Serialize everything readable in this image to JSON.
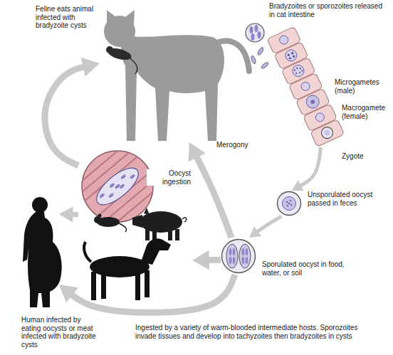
{
  "diagram": {
    "nodes": [
      {
        "text": [
          "Feline eats animal infected with bradyzoite cysts"
        ]
      },
      {
        "text": [
          "Bradyzoites or sporozoites released in cat intestine"
        ]
      },
      {
        "text": [
          "Unsporulated oocyst passed in feces"
        ]
      },
      {
        "text": [
          "Sporulated oocyst in food, water, or soil"
        ]
      },
      {
        "text": [
          "Ingested by a variety of warm-blooded intermediate hosts. Sporozoites invade tissues and develop into tachyzoites then bradyzoites in cysts"
        ]
      },
      {
        "text": [
          "Human infected by eating oocysts or meat infected with bradyzoite cysts"
        ]
      }
    ],
    "edges": [
      {
        "from": 1,
        "to": 2,
        "arrow": "to"
      },
      {
        "from": 2,
        "to": 3,
        "arrow": "to"
      },
      {
        "from": 3,
        "to": 0,
        "label": "Oocyst ingestion",
        "arrow": "to"
      },
      {
        "from": 3,
        "to": 4,
        "arrow": "to"
      },
      {
        "from": 3,
        "to": 5,
        "arrow": "to"
      },
      {
        "from": 4,
        "to": 0,
        "arrow": "to"
      },
      {
        "from": 4,
        "to": 5,
        "arrow": "to"
      }
    ],
    "labels": [
      "Merogony",
      "Microgametes (male)",
      "Macrogamete (female)",
      "Zygote"
    ]
  }
}
